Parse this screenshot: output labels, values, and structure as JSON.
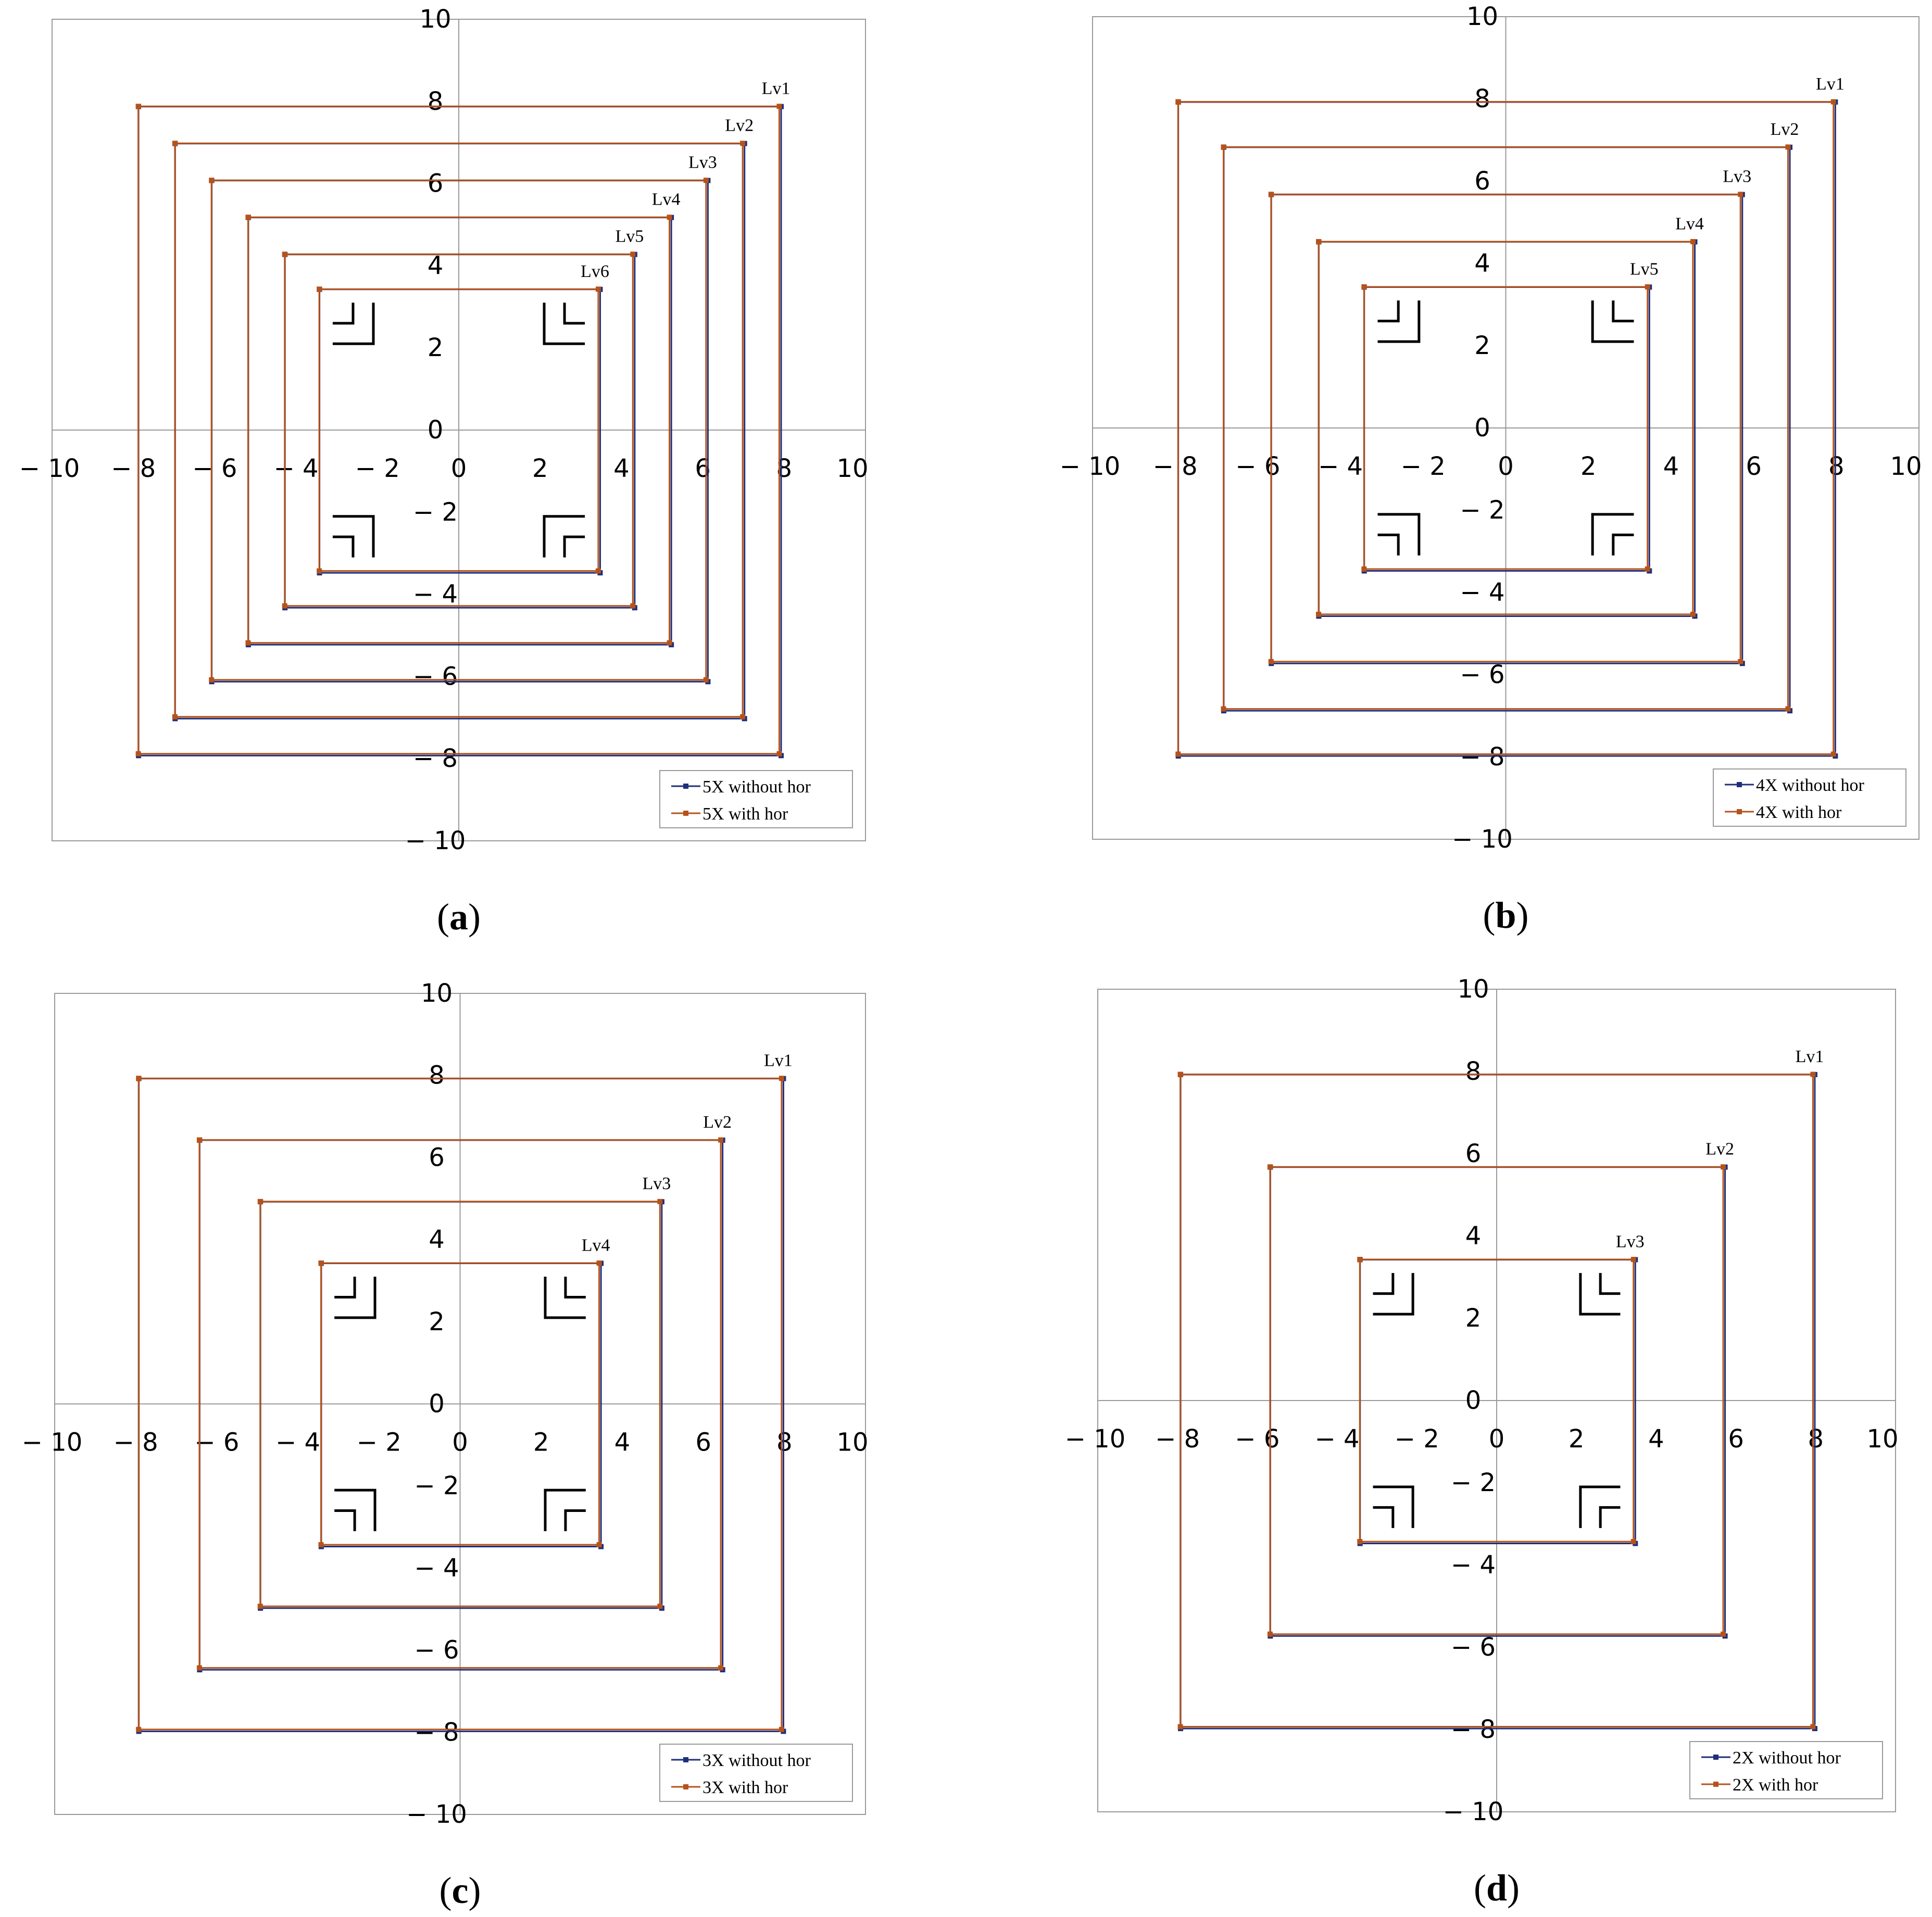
{
  "chart_data": [
    {
      "type": "line",
      "panel": "a",
      "caption": "(a)",
      "xlim": [
        -10,
        10
      ],
      "ylim": [
        -10,
        10
      ],
      "grid": false,
      "legend_position": "bottom-right",
      "x_ticks": [
        "− 10",
        "− 8",
        "− 6",
        "− 4",
        "− 2",
        "0",
        "2",
        "4",
        "6",
        "8",
        "10"
      ],
      "y_ticks": [
        "10",
        "8",
        "6",
        "4",
        "2",
        "0",
        "− 2",
        "− 4",
        "− 6",
        "− 8",
        "− 10"
      ],
      "series": [
        {
          "name": "5X without hor",
          "color": "#1f2f7a"
        },
        {
          "name": "5X with hor",
          "color": "#b5531b"
        }
      ],
      "levels": [
        {
          "label": "Lv1",
          "half_width": 7.9
        },
        {
          "label": "Lv2",
          "half_width": 7.0
        },
        {
          "label": "Lv3",
          "half_width": 6.1
        },
        {
          "label": "Lv4",
          "half_width": 5.2
        },
        {
          "label": "Lv5",
          "half_width": 4.3
        },
        {
          "label": "Lv6",
          "half_width": 3.45
        }
      ]
    },
    {
      "type": "line",
      "panel": "b",
      "caption": "(b)",
      "xlim": [
        -10,
        10
      ],
      "ylim": [
        -10,
        10
      ],
      "grid": false,
      "legend_position": "bottom-right",
      "x_ticks": [
        "− 10",
        "− 8",
        "− 6",
        "− 4",
        "− 2",
        "0",
        "2",
        "4",
        "6",
        "8",
        "10"
      ],
      "y_ticks": [
        "10",
        "8",
        "6",
        "4",
        "2",
        "0",
        "− 2",
        "− 4",
        "− 6",
        "− 8",
        "− 10"
      ],
      "series": [
        {
          "name": "4X without hor",
          "color": "#1f2f7a"
        },
        {
          "name": "4X with hor",
          "color": "#b5531b"
        }
      ],
      "levels": [
        {
          "label": "Lv1",
          "half_width": 7.95
        },
        {
          "label": "Lv2",
          "half_width": 6.85
        },
        {
          "label": "Lv3",
          "half_width": 5.7
        },
        {
          "label": "Lv4",
          "half_width": 4.55
        },
        {
          "label": "Lv5",
          "half_width": 3.45
        }
      ]
    },
    {
      "type": "line",
      "panel": "c",
      "caption": "(c)",
      "xlim": [
        -10,
        10
      ],
      "ylim": [
        -10,
        10
      ],
      "grid": false,
      "legend_position": "bottom-right",
      "x_ticks": [
        "− 10",
        "− 8",
        "− 6",
        "− 4",
        "− 2",
        "0",
        "2",
        "4",
        "6",
        "8",
        "10"
      ],
      "y_ticks": [
        "10",
        "8",
        "6",
        "4",
        "2",
        "0",
        "− 2",
        "− 4",
        "− 6",
        "− 8",
        "− 10"
      ],
      "series": [
        {
          "name": "3X without hor",
          "color": "#1f2f7a"
        },
        {
          "name": "3X with hor",
          "color": "#b5531b"
        }
      ],
      "levels": [
        {
          "label": "Lv1",
          "half_width": 7.95
        },
        {
          "label": "Lv2",
          "half_width": 6.45
        },
        {
          "label": "Lv3",
          "half_width": 4.95
        },
        {
          "label": "Lv4",
          "half_width": 3.45
        }
      ]
    },
    {
      "type": "line",
      "panel": "d",
      "caption": "(d)",
      "xlim": [
        -10,
        10
      ],
      "ylim": [
        -10,
        10
      ],
      "grid": false,
      "legend_position": "bottom-right",
      "x_ticks": [
        "− 10",
        "− 8",
        "− 6",
        "− 4",
        "− 2",
        "0",
        "2",
        "4",
        "6",
        "8",
        "10"
      ],
      "y_ticks": [
        "10",
        "8",
        "6",
        "4",
        "2",
        "0",
        "− 2",
        "− 4",
        "− 6",
        "− 8",
        "− 10"
      ],
      "series": [
        {
          "name": "2X without hor",
          "color": "#1f2f7a"
        },
        {
          "name": "2X with hor",
          "color": "#b5531b"
        }
      ],
      "levels": [
        {
          "label": "Lv1",
          "half_width": 7.95
        },
        {
          "label": "Lv2",
          "half_width": 5.7
        },
        {
          "label": "Lv3",
          "half_width": 3.45
        }
      ]
    }
  ]
}
